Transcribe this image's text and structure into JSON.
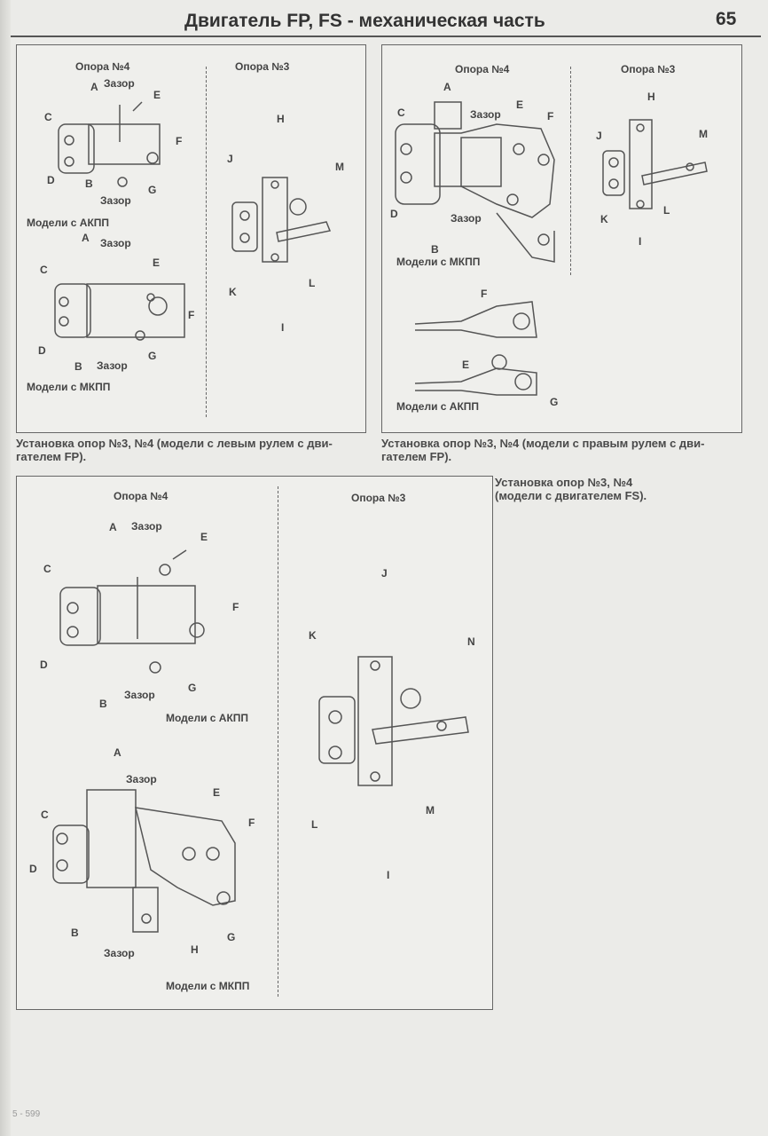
{
  "header": {
    "title": "Двигатель FP, FS - механическая часть",
    "page_number": "65"
  },
  "fig1": {
    "heading_left": "Опора №4",
    "heading_right": "Опора №3",
    "top": [
      "A",
      "Зазор",
      "E",
      "C",
      "F",
      "D",
      "B",
      "Зазор",
      "G"
    ],
    "top_model": "Модели с АКПП",
    "bottom": [
      "A",
      "Зазор",
      "C",
      "E",
      "F",
      "D",
      "B",
      "Зазор",
      "G"
    ],
    "bottom_model": "Модели с МКПП",
    "right": [
      "H",
      "J",
      "M",
      "K",
      "L",
      "I"
    ],
    "caption": "Установка опор №3, №4 (модели с левым рулем с дви-гателем FP)."
  },
  "fig2": {
    "heading_left": "Опора №4",
    "heading_right": "Опора №3",
    "top": [
      "A",
      "Зазор",
      "E",
      "C",
      "F",
      "D",
      "Зазор",
      "B"
    ],
    "top_model": "Модели с МКПП",
    "right": [
      "H",
      "J",
      "M",
      "K",
      "L",
      "I"
    ],
    "bottom": [
      "F",
      "E",
      "G"
    ],
    "bottom_model": "Модели с АКПП",
    "caption": "Установка опор №3, №4 (модели с правым рулем с дви-гателем FP)."
  },
  "fig3": {
    "heading_left": "Опора №4",
    "heading_right": "Опора №3",
    "top": [
      "A",
      "Зазор",
      "E",
      "C",
      "F",
      "D",
      "B",
      "Зазор",
      "G"
    ],
    "top_model": "Модели с АКПП",
    "bottom": [
      "A",
      "Зазор",
      "C",
      "E",
      "F",
      "D",
      "B",
      "H",
      "G",
      "Зазор"
    ],
    "bottom_model": "Модели с МКПП",
    "right": [
      "J",
      "K",
      "N",
      "M",
      "L",
      "I"
    ],
    "caption": "Установка опор №3, №4 (модели с двигателем FS)."
  },
  "footer": {
    "code": "5 - 599"
  }
}
